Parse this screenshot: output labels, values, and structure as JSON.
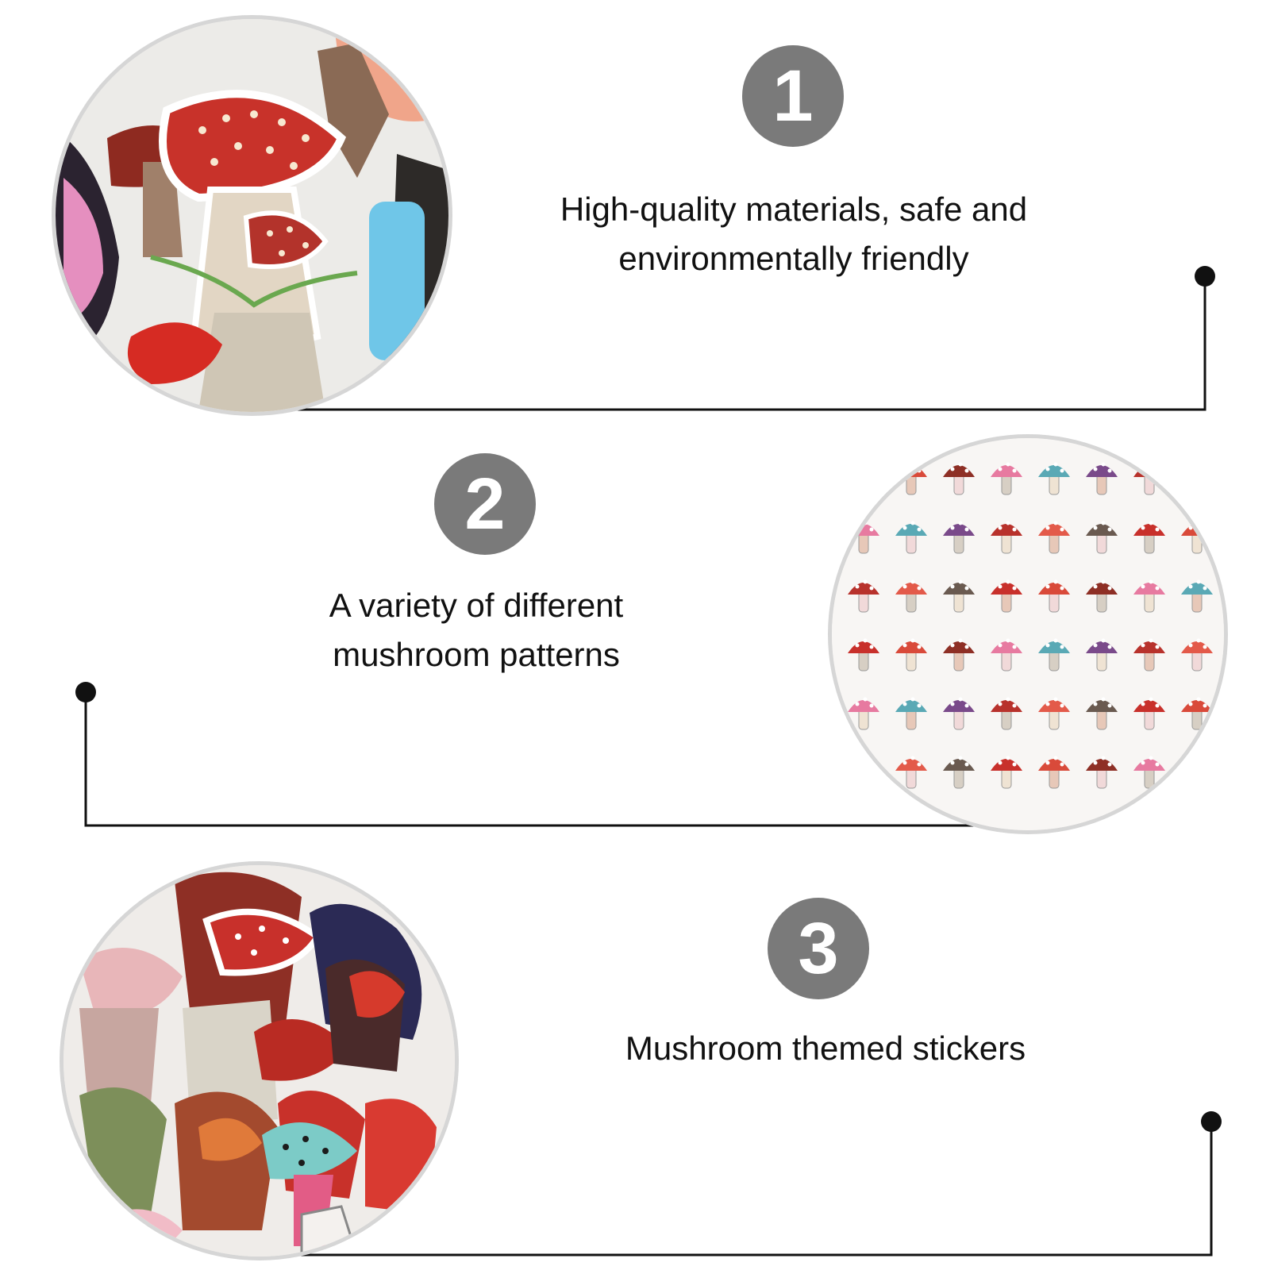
{
  "features": [
    {
      "number": "1",
      "line1": "High-quality materials, safe and",
      "line2": "environmentally friendly"
    },
    {
      "number": "2",
      "line1": "A variety of different",
      "line2": "mushroom patterns"
    },
    {
      "number": "3",
      "line1": "Mushroom themed stickers",
      "line2": ""
    }
  ],
  "colors": {
    "badge": "#7a7a7a",
    "line": "#111111",
    "ring": "#d6d6d6"
  },
  "images": [
    {
      "name": "close-up-mushroom-stickers-photo"
    },
    {
      "name": "mushroom-sticker-pattern-grid-photo"
    },
    {
      "name": "pile-of-mushroom-stickers-photo"
    }
  ]
}
